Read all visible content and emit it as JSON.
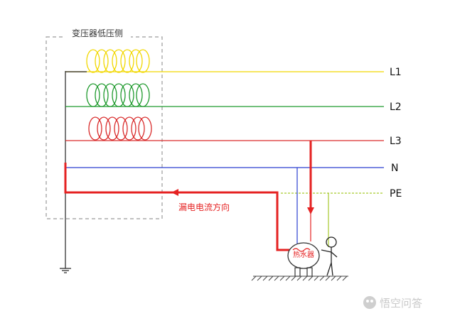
{
  "title": "变压器低压侧",
  "lines": {
    "l1": "L1",
    "l2": "L2",
    "l3": "L3",
    "n": "N",
    "pe": "PE"
  },
  "annotation": "漏电电流方向",
  "appliance": "热水器",
  "watermark": "悟空问答",
  "colors": {
    "l1": "#f2d800",
    "l2": "#1f9a2d",
    "l3": "#d92b2b",
    "n": "#2a3fd0",
    "pe": "#a6c92c",
    "leak": "#e52222"
  }
}
